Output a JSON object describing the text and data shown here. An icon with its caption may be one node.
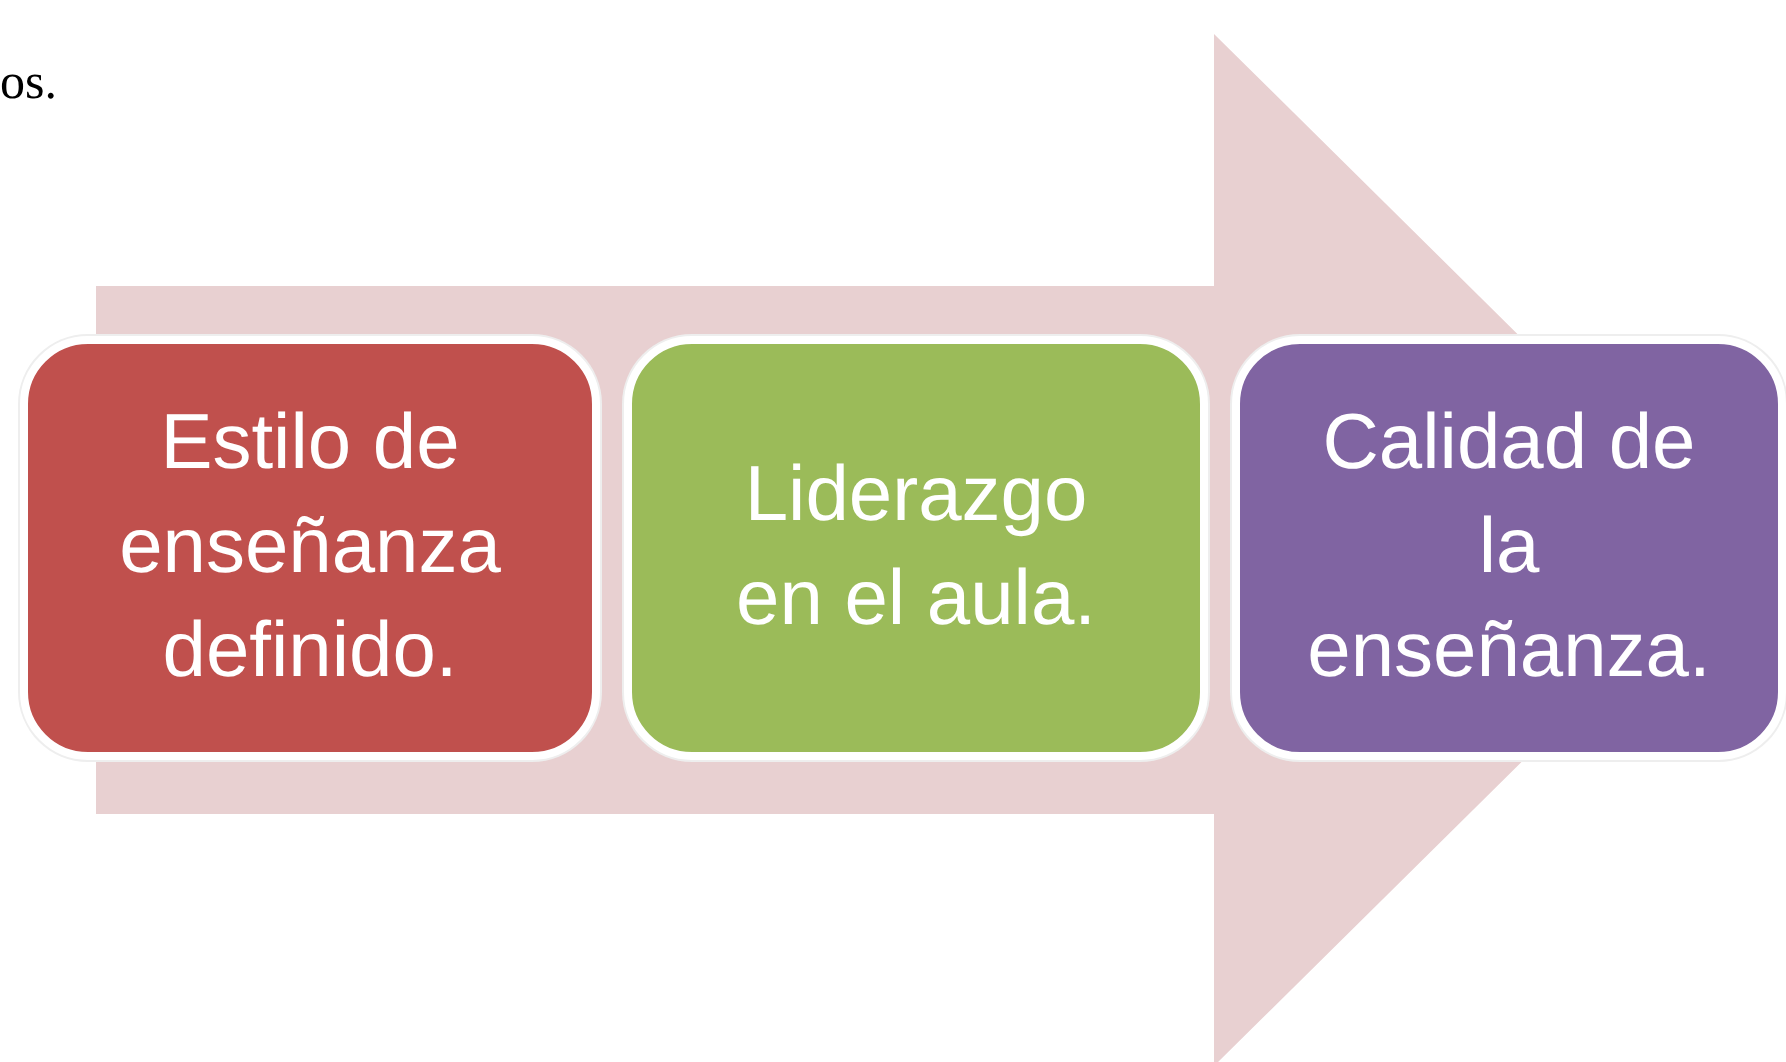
{
  "diagram": {
    "nodes": [
      {
        "text": [
          "Estilo de enseñanza definido."
        ]
      },
      {
        "text": [
          "Liderazgo en el aula."
        ]
      },
      {
        "text": [
          "Calidad de la enseñanza."
        ]
      }
    ],
    "edges": [
      {
        "from": 0,
        "to": 2,
        "arrow": "to",
        "style": "thick"
      }
    ],
    "labels": [
      "os."
    ]
  }
}
